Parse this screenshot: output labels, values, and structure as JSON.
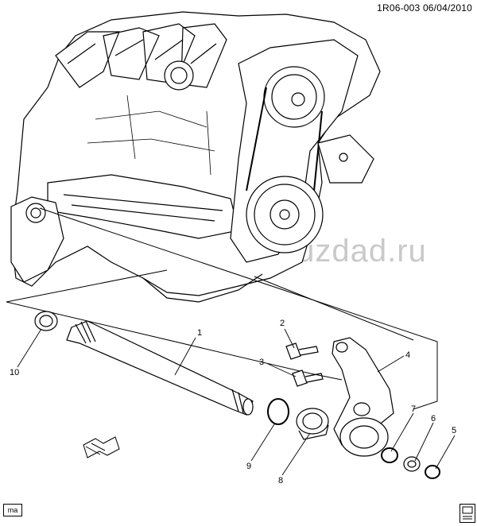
{
  "header": {
    "code": "1R06-003",
    "date": "06/04/2010"
  },
  "footer": {
    "badge": "ma"
  },
  "watermark": "www.gruzdad.ru",
  "callouts": [
    {
      "id": "1",
      "label": "1"
    },
    {
      "id": "2",
      "label": "2"
    },
    {
      "id": "3",
      "label": "3"
    },
    {
      "id": "4",
      "label": "4"
    },
    {
      "id": "5",
      "label": "5"
    },
    {
      "id": "6",
      "label": "6"
    },
    {
      "id": "7",
      "label": "7"
    },
    {
      "id": "8",
      "label": "8"
    },
    {
      "id": "9",
      "label": "9"
    },
    {
      "id": "10",
      "label": "10"
    }
  ],
  "icons": {
    "direction": "front-arrow-icon",
    "corner": "publication-mark-icon"
  }
}
